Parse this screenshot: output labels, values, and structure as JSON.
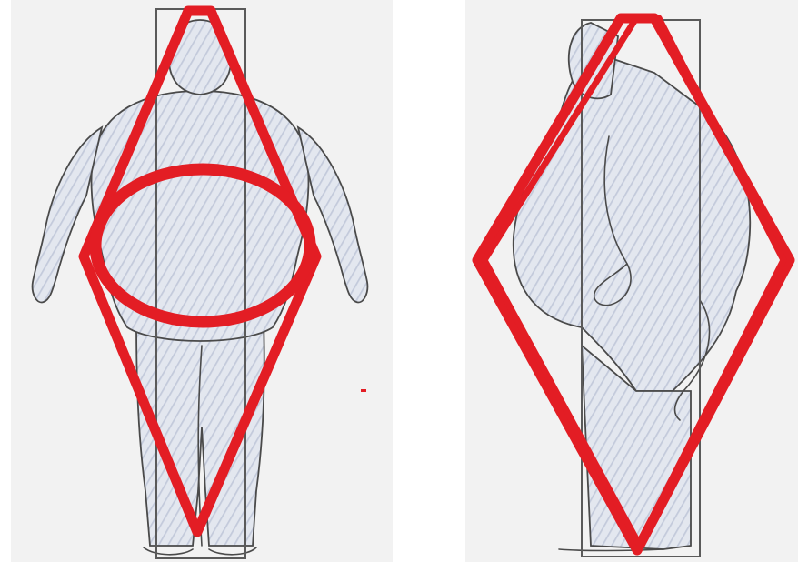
{
  "figure": {
    "panels": [
      {
        "view": "front",
        "overlay_shapes": [
          "diamond",
          "ellipse"
        ],
        "overlay_color": "#e31d24"
      },
      {
        "view": "side",
        "overlay_shapes": [
          "diamond"
        ],
        "overlay_color": "#e31d24"
      }
    ],
    "colors": {
      "overlay": "#e31d24",
      "body_outline": "#4a4a4a",
      "hatch": "#c9d0de",
      "frame": "#5a5a5a"
    }
  }
}
